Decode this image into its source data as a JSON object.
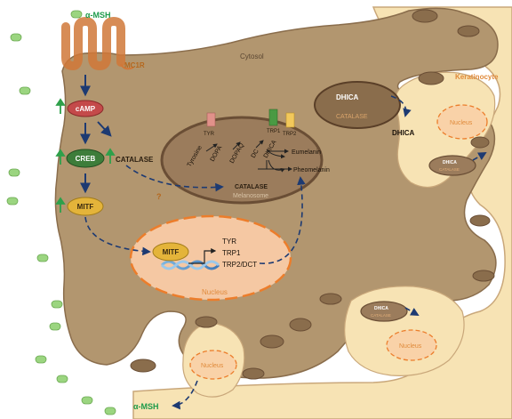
{
  "labels": {
    "alpha_msh_top": "α-MSH",
    "alpha_msh_bottom": "α-MSH",
    "mc1r": "MC1R",
    "cytosol": "Cytosol",
    "keratinocyte": "Keratinocyte",
    "camp": "cAMP",
    "creb": "CREB",
    "mitf_cytosol": "MITF",
    "mitf_nucleus": "MITF",
    "catalase_cytosol": "CATALASE",
    "catalase_melanosome": "CATALASE",
    "catalase_dhica_organelle": "CATALASE",
    "question_mark": "?",
    "melanosome": "Melanosome",
    "tyr_enzyme": "TYR",
    "trp1_enzyme": "TRP1",
    "trp2_enzyme": "TRP2",
    "tyrosine": "Tyrosine",
    "dopa": "DOPA",
    "dopaq": "DOPAQ",
    "dc": "DC",
    "dhica_pathway": "DHICA",
    "eumelanin": "Eumelanin",
    "pheomelanin": "Pheomelanin",
    "dhica_organelle": "DHICA",
    "dhica_released": "DHICA",
    "nucleus_melanocyte": "Nucleus",
    "gene_tyr": "TYR",
    "gene_trp1": "TRP1",
    "gene_trp2dct": "TRP2/DCT",
    "nucleus_k1": "Nucleus",
    "nucleus_k2": "Nucleus",
    "nucleus_k3": "Nucleus",
    "small_dhica_1": "DHICA",
    "small_catalase_1": "CATALASE",
    "small_dhica_2": "DHICA",
    "small_catalase_2": "CATALASE"
  },
  "colors": {
    "cell_fill": "#b2966f",
    "keratinocyte_fill": "#f7e3b4",
    "keratinocyte_outline": "#c9a77a",
    "receptor": "#e2955c",
    "msh_green": "#9bd580",
    "msh_text": "#1e9b4b",
    "camp_red": "#c44a4a",
    "creb_green": "#3d7d3a",
    "mitf_yellow": "#e4b43a",
    "melanosome_fill": "#9b7c5c",
    "melanosome_outline": "#6a4e35",
    "nucleus_orange": "#ec7d2b",
    "arrow_navy": "#1d3a72",
    "up_arrow_green": "#2ea04a",
    "text_brown": "#b5671d"
  }
}
